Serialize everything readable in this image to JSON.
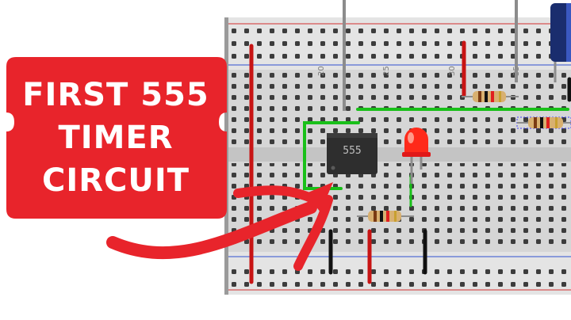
{
  "thumbnail": {
    "title_lines": [
      "FIRST 555",
      "TIMER",
      "CIRCUIT"
    ],
    "ic_label": "555",
    "column_numbers": [
      "20",
      "25",
      "30",
      "35"
    ],
    "colors": {
      "badge_red": "#e8242b",
      "arrow_red": "#e8242b",
      "board": "#d9d9d9",
      "rail": "#e6e6e6",
      "wire_red": "#c81414",
      "wire_green": "#19c019",
      "wire_black": "#111111",
      "led": "#ff2a1a"
    }
  }
}
